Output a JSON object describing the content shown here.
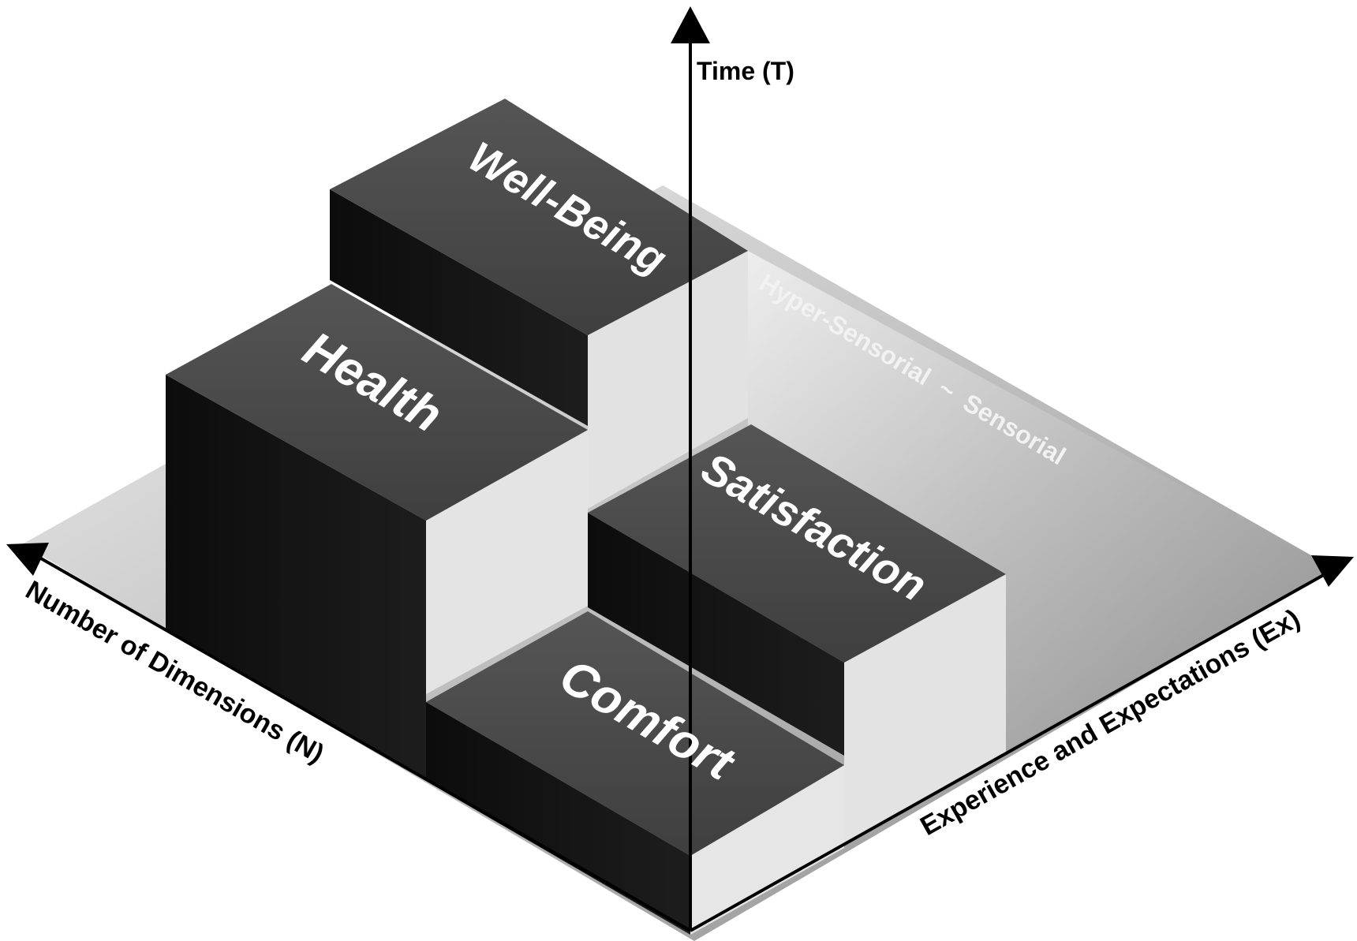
{
  "axes": {
    "time": "Time (T)",
    "dimensions": "Number of Dimensions (N)",
    "experience": "Experience and Expectations (Ex)"
  },
  "zone_label": "Hyper-Sensorial  ~  Sensorial",
  "blocks": {
    "well_being": "Well-Being",
    "health": "Health",
    "satisfaction": "Satisfaction",
    "comfort": "Comfort"
  },
  "colors": {
    "block_top": "#4b4b4b",
    "block_side_dark": "#111111",
    "block_side_light": "#e3e3e3",
    "floor_light": "#e6e6e6",
    "floor_dark": "#8a8a8a",
    "axis": "#000000"
  }
}
